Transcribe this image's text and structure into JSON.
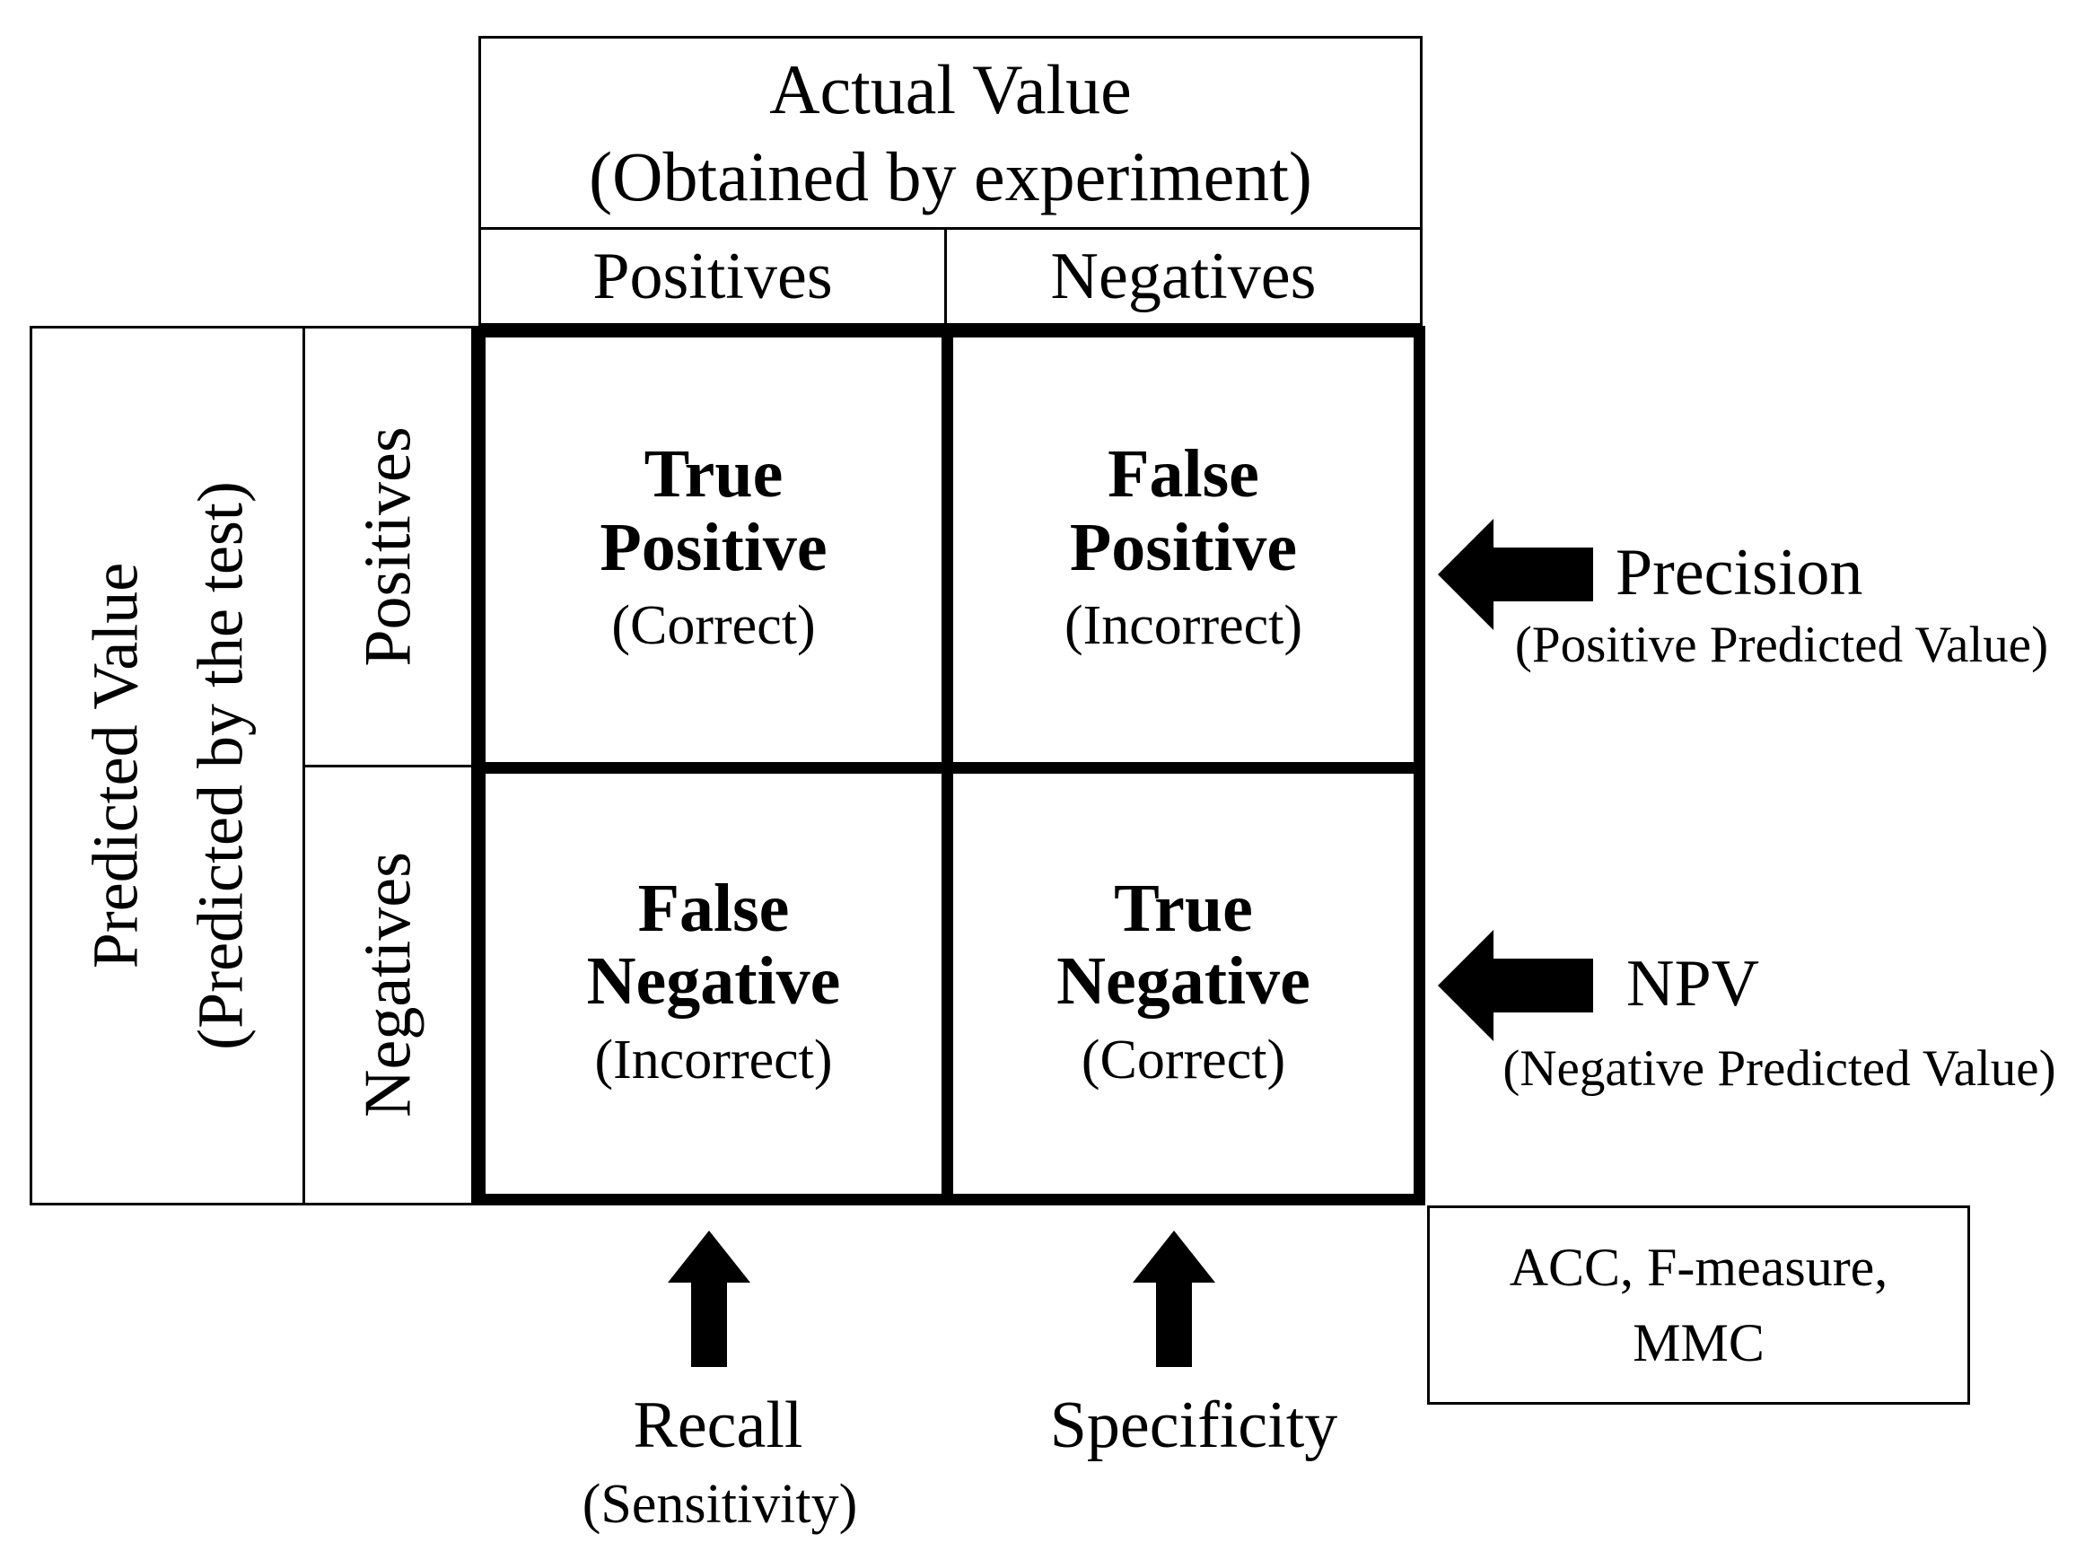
{
  "top_header": {
    "title_line1": "Actual Value",
    "title_line2": "(Obtained by experiment)",
    "columns": [
      "Positives",
      "Negatives"
    ]
  },
  "left_header": {
    "title_line1": "Predicted Value",
    "title_line2": "(Predicted by the test)",
    "rows": [
      "Positives",
      "Negatives"
    ]
  },
  "cells": {
    "true_positive": {
      "line1": "True",
      "line2": "Positive",
      "note": "(Correct)"
    },
    "false_positive": {
      "line1": "False",
      "line2": "Positive",
      "note": "(Incorrect)"
    },
    "false_negative": {
      "line1": "False",
      "line2": "Negative",
      "note": "(Incorrect)"
    },
    "true_negative": {
      "line1": "True",
      "line2": "Negative",
      "note": "(Correct)"
    }
  },
  "metrics": {
    "precision": {
      "label": "Precision",
      "sub": "(Positive Predicted Value)"
    },
    "npv": {
      "label": "NPV",
      "sub": "(Negative Predicted Value)"
    },
    "recall": {
      "label": "Recall",
      "sub": "(Sensitivity)"
    },
    "specificity": {
      "label": "Specificity"
    },
    "overall": {
      "line1": "ACC, F-measure,",
      "line2": "MMC"
    }
  },
  "colors": {
    "ink": "#000000",
    "background": "#ffffff"
  }
}
